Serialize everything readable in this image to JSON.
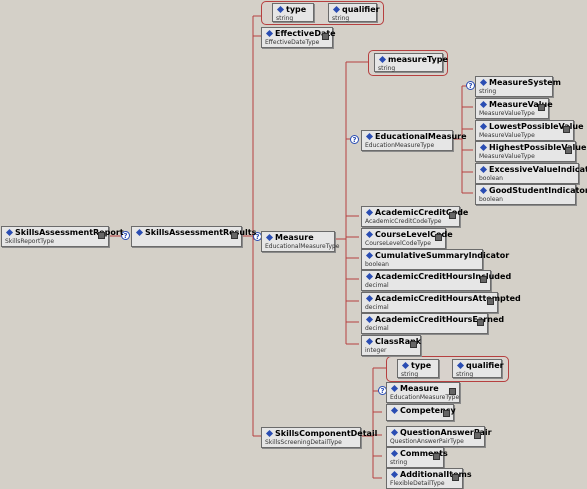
{
  "nodes": {
    "root": {
      "name": "SkillsAssessmentReport",
      "type": "SkillsReportType"
    },
    "results": {
      "name": "SkillsAssessmentResults",
      "type": ""
    },
    "type1": {
      "name": "type",
      "type": "string"
    },
    "qual1": {
      "name": "qualifier",
      "type": "string"
    },
    "effdate": {
      "name": "EffectiveDate",
      "type": "EffectiveDateType"
    },
    "measure": {
      "name": "Measure",
      "type": "EducationalMeasureType"
    },
    "measureType": {
      "name": "measureType",
      "type": "string"
    },
    "edmeasure": {
      "name": "EducationalMeasure",
      "type": "EducationMeasureType"
    },
    "measureSystem": {
      "name": "MeasureSystem",
      "type": "string"
    },
    "measureValue": {
      "name": "MeasureValue",
      "type": "MeasureValueType"
    },
    "lowest": {
      "name": "LowestPossibleValue",
      "type": "MeasureValueType"
    },
    "highest": {
      "name": "HighestPossibleValue",
      "type": "MeasureValueType"
    },
    "excessive": {
      "name": "ExcessiveValueIndicator",
      "type": "boolean"
    },
    "goodstudent": {
      "name": "GoodStudentIndicator",
      "type": "boolean"
    },
    "acadcode": {
      "name": "AcademicCreditCode",
      "type": "AcademicCreditCodeType"
    },
    "courselevel": {
      "name": "CourseLevelCode",
      "type": "CourseLevelCodeType"
    },
    "cumulative": {
      "name": "CumulativeSummaryIndicator",
      "type": "boolean"
    },
    "hrsIncluded": {
      "name": "AcademicCreditHoursIncluded",
      "type": "decimal"
    },
    "hrsAttempted": {
      "name": "AcademicCreditHoursAttempted",
      "type": "decimal"
    },
    "hrsEarned": {
      "name": "AcademicCreditHoursEarned",
      "type": "decimal"
    },
    "classRank": {
      "name": "ClassRank",
      "type": "integer"
    },
    "skillsComp": {
      "name": "SkillsComponentDetail",
      "type": "SkillsScreeningDetailType"
    },
    "type2": {
      "name": "type",
      "type": "string"
    },
    "qual2": {
      "name": "qualifier",
      "type": "string"
    },
    "measure2": {
      "name": "Measure",
      "type": "EducationMeasureType"
    },
    "competency": {
      "name": "Competency",
      "type": ""
    },
    "qapair": {
      "name": "QuestionAnswerPair",
      "type": "QuestionAnswerPairType"
    },
    "comments": {
      "name": "Comments",
      "type": "string"
    },
    "additional": {
      "name": "AdditionalItems",
      "type": "FlexibleDetailType"
    }
  },
  "colors": {
    "background": "#d4d0c8",
    "line": "#b64040",
    "diamond": "#2a4db3"
  }
}
